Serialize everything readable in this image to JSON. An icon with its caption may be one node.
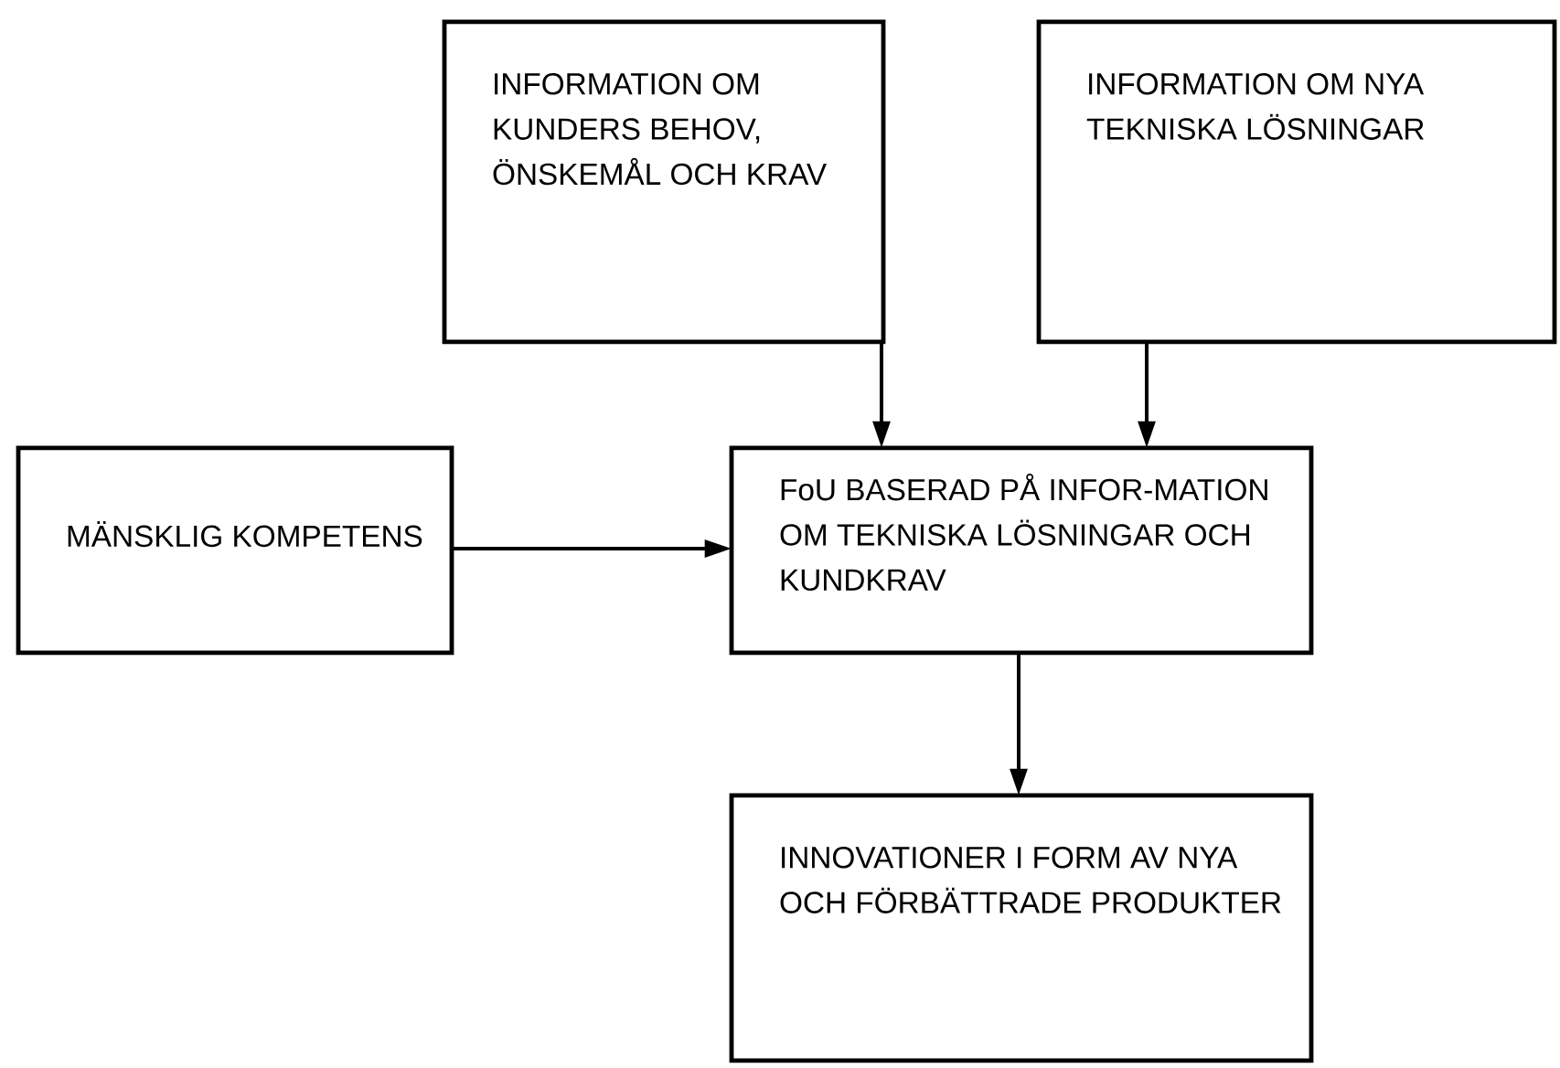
{
  "diagram": {
    "nodes": [
      {
        "text": [
          "INFORMATION OM KUNDERS BEHOV, ÖNSKEMÅL OCH KRAV"
        ]
      },
      {
        "text": [
          "INFORMATION OM NYA TEKNISKA LÖSNINGAR"
        ]
      },
      {
        "text": [
          "MÄNSKLIG KOMPETENS"
        ]
      },
      {
        "text": [
          "FoU BASERAD PÅ INFOR-MATION OM TEKNISKA LÖSNINGAR OCH KUNDKRAV"
        ]
      },
      {
        "text": [
          "INNOVATIONER I FORM AV NYA OCH FÖRBÄTTRADE PRODUKTER"
        ]
      }
    ],
    "edges": [
      {
        "from": 0,
        "to": 3,
        "arrow": "to"
      },
      {
        "from": 1,
        "to": 3,
        "arrow": "to"
      },
      {
        "from": 2,
        "to": 3,
        "arrow": "to"
      },
      {
        "from": 3,
        "to": 4,
        "arrow": "to"
      }
    ]
  }
}
